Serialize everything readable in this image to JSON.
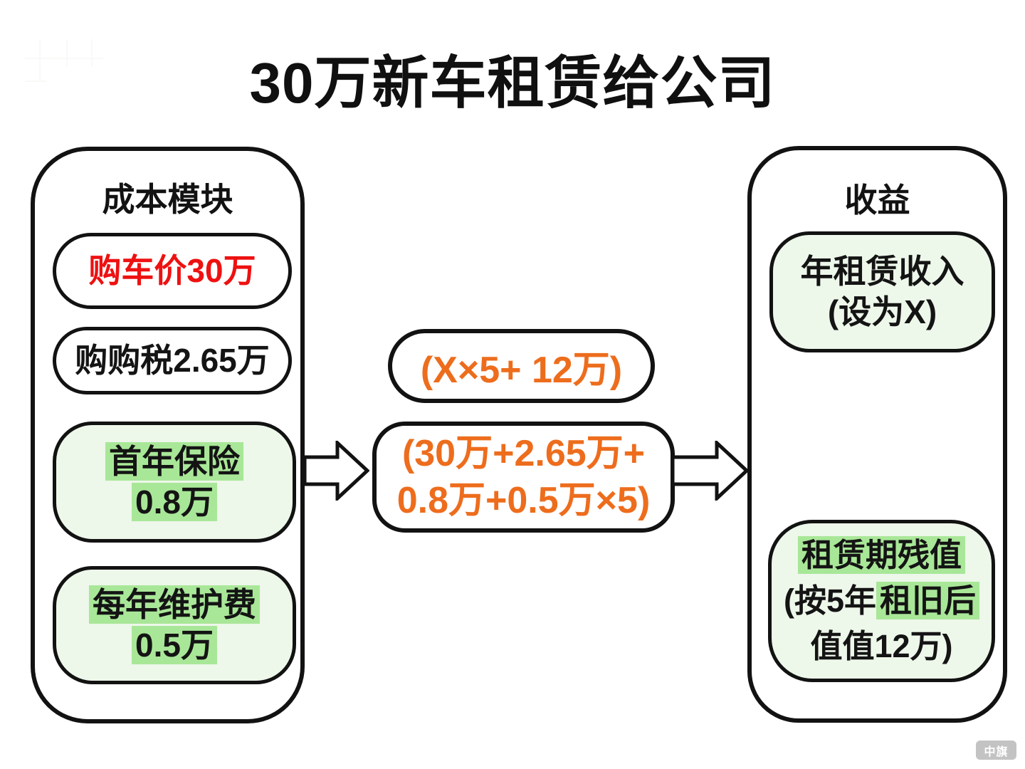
{
  "title": "30万新车租赁给公司",
  "colors": {
    "accent_red": "#ee1111",
    "accent_orange": "#ed6d1d",
    "green_box_fill": "#edf7ea",
    "green_highlight": "#a9e798",
    "border_black": "#121212"
  },
  "icons": {
    "flow_arrow_left": "block-arrow-right",
    "flow_arrow_right": "block-arrow-right"
  },
  "cost": {
    "header": "成本模块",
    "purchase_price": "购车价30万",
    "purchase_tax": "购购税2.65万",
    "insurance_line1": "首年保险",
    "insurance_line2": "0.8万",
    "maintenance_line1": "每年维护费",
    "maintenance_line2": "0.5万"
  },
  "formula": {
    "revenue_expr": "(X×5+ 12万)",
    "cost_expr_line1": "(30万+2.65万+",
    "cost_expr_line2": "0.8万+0.5万×5)"
  },
  "revenue": {
    "header": "收益",
    "rental_line1": "年租赁收入",
    "rental_line2": "(设为X)",
    "residual_line1": "租赁期残值",
    "residual_line2_pre": "(按5年",
    "residual_line2_hl": "租旧后",
    "residual_line3": "值值12万)"
  },
  "watermark": "中旗"
}
